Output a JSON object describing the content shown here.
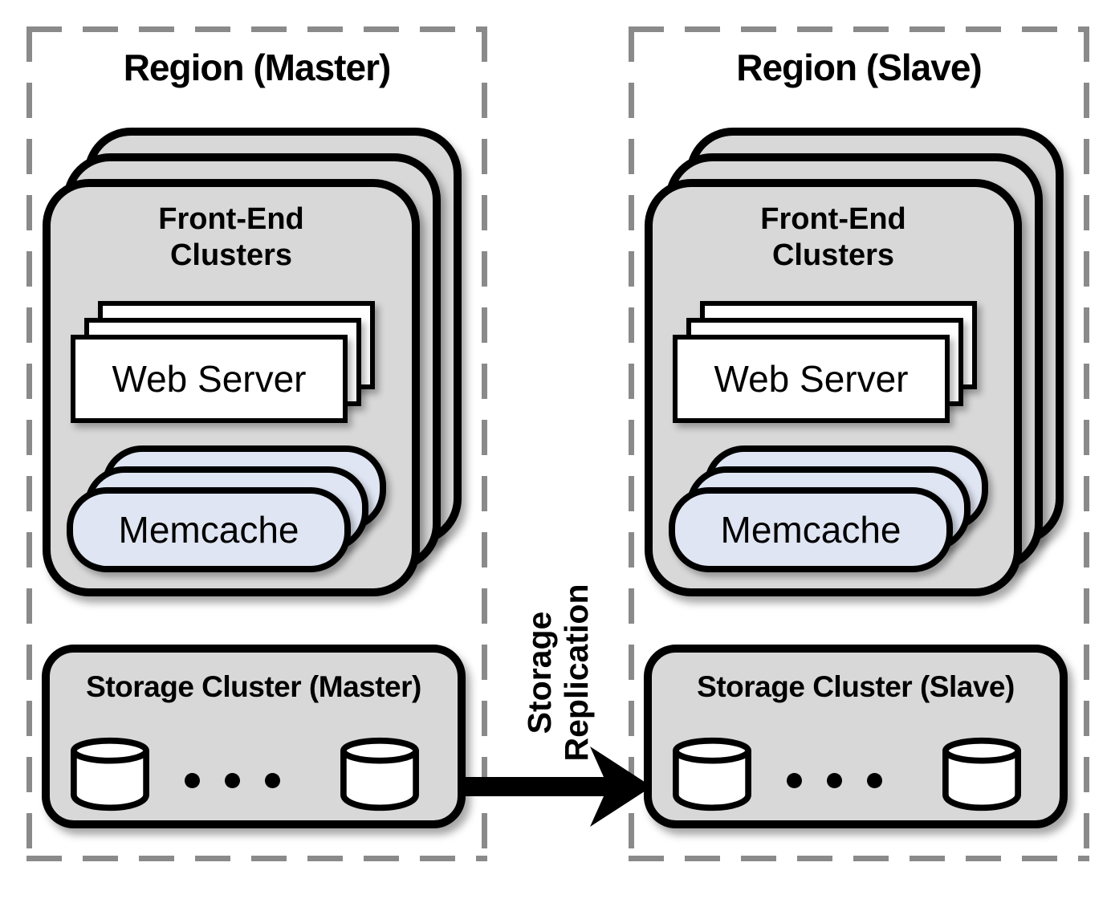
{
  "diagram": {
    "regions": [
      {
        "title": "Region (Master)",
        "frontend": {
          "title": "Front-End Clusters",
          "web_server_label": "Web Server",
          "memcache_label": "Memcache"
        },
        "storage": {
          "title": "Storage Cluster (Master)"
        }
      },
      {
        "title": "Region (Slave)",
        "frontend": {
          "title": "Front-End Clusters",
          "web_server_label": "Web Server",
          "memcache_label": "Memcache"
        },
        "storage": {
          "title": "Storage Cluster (Slave)"
        }
      }
    ],
    "replication": {
      "line1": "Storage",
      "line2": "Replication"
    },
    "icons": {
      "database": "database-cylinder-icon",
      "ellipsis": "ellipsis-dots-icon",
      "arrow": "replication-arrow-icon"
    },
    "colors": {
      "cluster_fill": "#d8d8d8",
      "memcache_fill": "#dfe5f2",
      "dashed_border": "#8a8a8a",
      "stroke": "#000000",
      "background": "#ffffff"
    }
  }
}
